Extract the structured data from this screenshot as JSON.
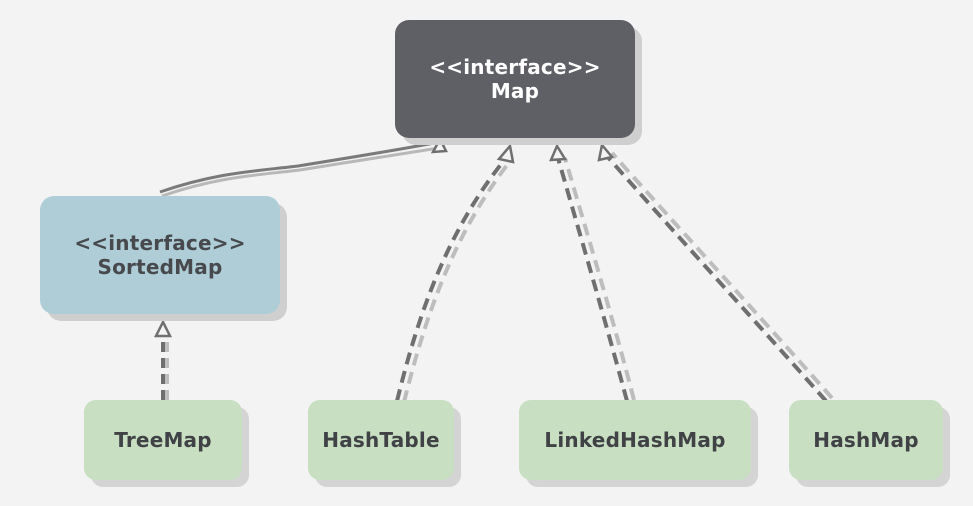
{
  "diagram": {
    "nodes": {
      "map": {
        "stereotype": "<<interface>>",
        "name": "Map"
      },
      "sorted_map": {
        "stereotype": "<<interface>>",
        "name": "SortedMap"
      },
      "tree_map": {
        "name": "TreeMap"
      },
      "hash_table": {
        "name": "HashTable"
      },
      "linked_hash_map": {
        "name": "LinkedHashMap"
      },
      "hash_map": {
        "name": "HashMap"
      }
    },
    "relationships": [
      {
        "from": "SortedMap",
        "to": "Map",
        "type": "generalization"
      },
      {
        "from": "TreeMap",
        "to": "SortedMap",
        "type": "realization"
      },
      {
        "from": "HashTable",
        "to": "Map",
        "type": "realization"
      },
      {
        "from": "LinkedHashMap",
        "to": "Map",
        "type": "realization"
      },
      {
        "from": "HashMap",
        "to": "Map",
        "type": "realization"
      }
    ],
    "colors": {
      "background": "#f3f3f3",
      "interface_root": "#5f6066",
      "interface_child": "#aecdd7",
      "implementation": "#c8dfc2",
      "edge": "#6e6e6e",
      "edge_shadow": "#b8b8b8"
    }
  }
}
